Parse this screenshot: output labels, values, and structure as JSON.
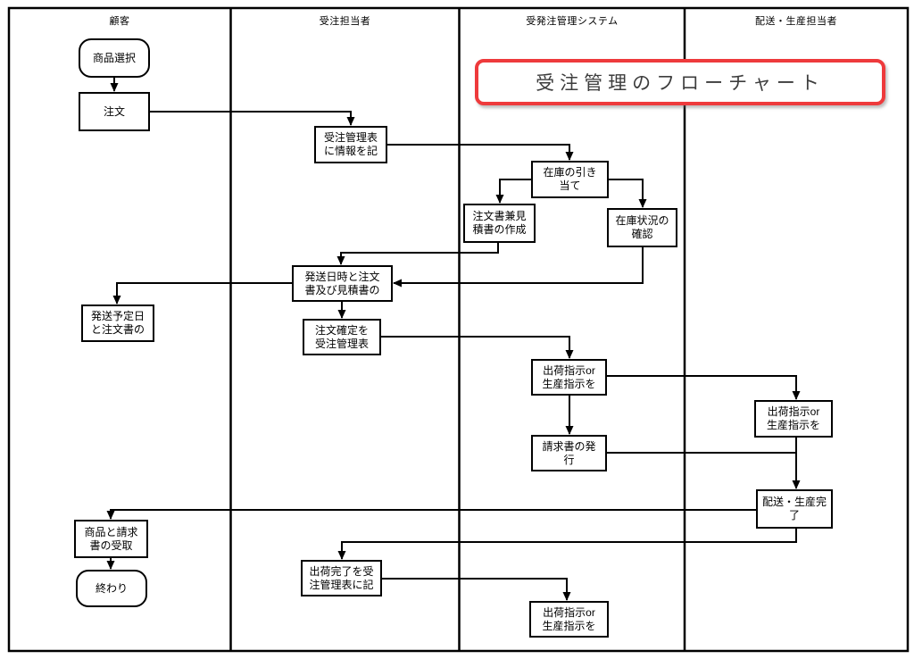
{
  "title": {
    "text": "受注管理のフローチャート"
  },
  "lanes": [
    {
      "label": "顧客"
    },
    {
      "label": "受注担当者"
    },
    {
      "label": "受発注管理システム"
    },
    {
      "label": "配送・生産担当者"
    }
  ],
  "nodes": [
    {
      "id": "start",
      "shape": "terminator",
      "lane": "顧客",
      "text": "商品選択"
    },
    {
      "id": "order",
      "shape": "process",
      "lane": "顧客",
      "text": "注文"
    },
    {
      "id": "record-order-info",
      "shape": "process",
      "lane": "受注担当者",
      "text": "受注管理表\nに情報を記"
    },
    {
      "id": "inventory-allocation",
      "shape": "process",
      "lane": "受発注管理システム",
      "text": "在庫の引き\n当て"
    },
    {
      "id": "create-order-quote",
      "shape": "process",
      "lane": "受発注管理システム",
      "text": "注文書兼見\n積書の作成"
    },
    {
      "id": "check-inventory-status",
      "shape": "process",
      "lane": "受発注管理システム",
      "text": "在庫状況の\n確認"
    },
    {
      "id": "ship-datetime-order-quote",
      "shape": "process",
      "lane": "受注担当者",
      "text": "発送日時と注文\n書及び見積書の"
    },
    {
      "id": "planned-ship-date",
      "shape": "process",
      "lane": "顧客",
      "text": "発送予定日\nと注文書の"
    },
    {
      "id": "order-confirm",
      "shape": "process",
      "lane": "受注担当者",
      "text": "注文確定を\n受注管理表"
    },
    {
      "id": "ship-or-production-instruction-1",
      "shape": "process",
      "lane": "受発注管理システム",
      "text": "出荷指示or\n生産指示を"
    },
    {
      "id": "ship-or-production-instruction-2",
      "shape": "process",
      "lane": "配送・生産担当者",
      "text": "出荷指示or\n生産指示を"
    },
    {
      "id": "invoice-issue",
      "shape": "process",
      "lane": "受発注管理システム",
      "text": "請求書の発\n行"
    },
    {
      "id": "delivery-production-complete",
      "shape": "process",
      "lane": "配送・生産担当者",
      "text": "配送・生産完\n了"
    },
    {
      "id": "receive-goods-invoice",
      "shape": "process",
      "lane": "顧客",
      "text": "商品と請求\n書の受取"
    },
    {
      "id": "end",
      "shape": "terminator",
      "lane": "顧客",
      "text": "終わり"
    },
    {
      "id": "record-ship-complete",
      "shape": "process",
      "lane": "受注担当者",
      "text": "出荷完了を受\n注管理表に記"
    },
    {
      "id": "ship-or-production-instruction-3",
      "shape": "process",
      "lane": "受発注管理システム",
      "text": "出荷指示or\n生産指示を"
    }
  ],
  "edges": [
    {
      "from": "start",
      "to": "order"
    },
    {
      "from": "order",
      "to": "record-order-info"
    },
    {
      "from": "record-order-info",
      "to": "inventory-allocation"
    },
    {
      "from": "inventory-allocation",
      "to": "create-order-quote"
    },
    {
      "from": "inventory-allocation",
      "to": "check-inventory-status"
    },
    {
      "from": "create-order-quote",
      "to": "ship-datetime-order-quote"
    },
    {
      "from": "check-inventory-status",
      "to": "ship-datetime-order-quote"
    },
    {
      "from": "ship-datetime-order-quote",
      "to": "planned-ship-date"
    },
    {
      "from": "ship-datetime-order-quote",
      "to": "order-confirm"
    },
    {
      "from": "order-confirm",
      "to": "ship-or-production-instruction-1"
    },
    {
      "from": "ship-or-production-instruction-1",
      "to": "invoice-issue"
    },
    {
      "from": "ship-or-production-instruction-1",
      "to": "ship-or-production-instruction-2"
    },
    {
      "from": "ship-or-production-instruction-2",
      "to": "delivery-production-complete"
    },
    {
      "from": "invoice-issue",
      "to": "delivery-production-complete"
    },
    {
      "from": "delivery-production-complete",
      "to": "receive-goods-invoice"
    },
    {
      "from": "delivery-production-complete",
      "to": "record-ship-complete"
    },
    {
      "from": "receive-goods-invoice",
      "to": "end"
    },
    {
      "from": "record-ship-complete",
      "to": "ship-or-production-instruction-3"
    }
  ],
  "colors": {
    "line": "#000000",
    "box_border": "#000000",
    "box_fill": "#ffffff",
    "title_border": "#ee3a3c",
    "title_text": "#3d3d3d",
    "text": "#000000",
    "background": "#ffffff"
  }
}
